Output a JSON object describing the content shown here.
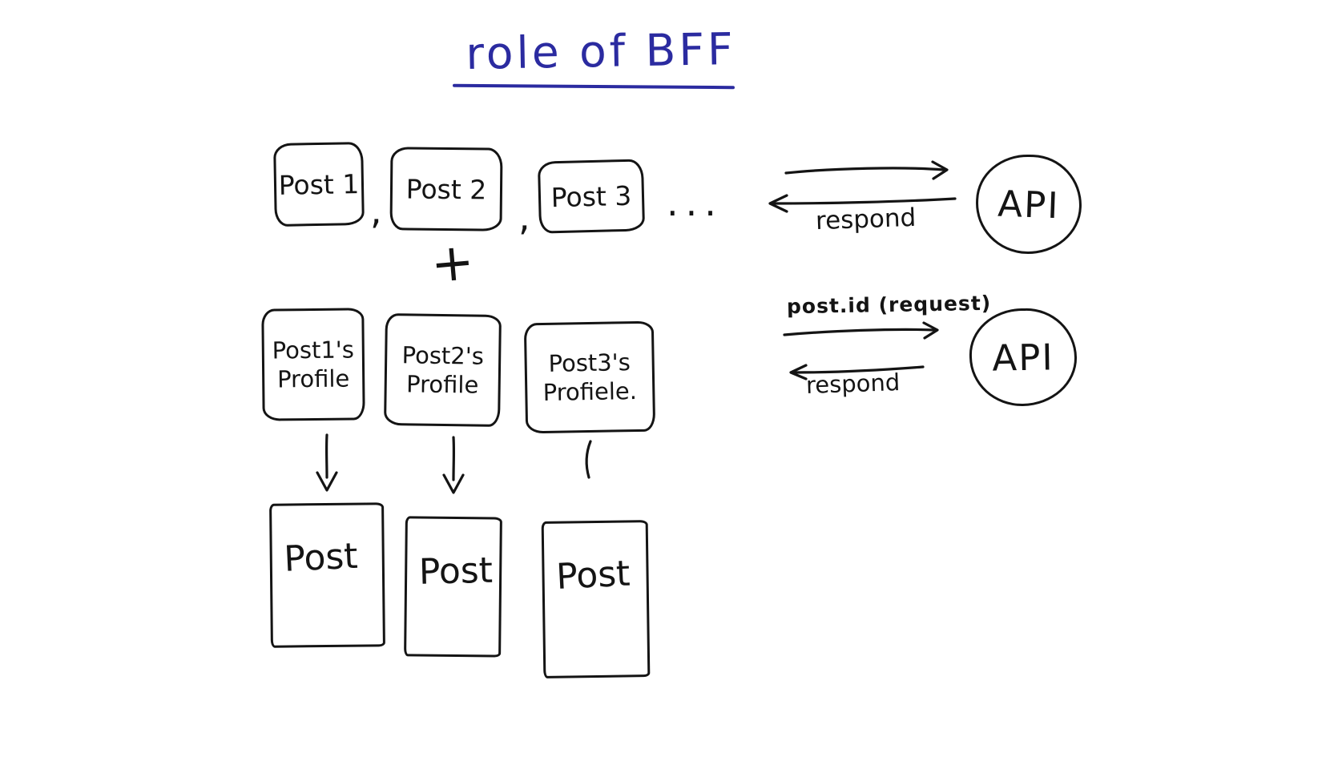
{
  "title": {
    "text": "role of BFF",
    "color": "#2b2ba0"
  },
  "colors": {
    "ink": "#141414",
    "background": "#ffffff"
  },
  "posts_row": {
    "separator": ",",
    "ellipsis": "...",
    "plus": "+",
    "items": [
      {
        "label": "Post 1"
      },
      {
        "label": "Post 2"
      },
      {
        "label": "Post 3"
      }
    ]
  },
  "profiles_row": {
    "items": [
      {
        "line1": "Post1's",
        "line2": "Profile"
      },
      {
        "line1": "Post2's",
        "line2": "Profile"
      },
      {
        "line1": "Post3's",
        "line2": "Profiele."
      }
    ]
  },
  "rendered_posts": {
    "items": [
      {
        "label": "Post"
      },
      {
        "label": "Post"
      },
      {
        "label": "Post"
      }
    ]
  },
  "api_flow_top": {
    "api_label": "API",
    "respond_label": "respond"
  },
  "api_flow_bottom": {
    "api_label": "API",
    "request_label": "post.id (request)",
    "respond_label": "respond"
  }
}
